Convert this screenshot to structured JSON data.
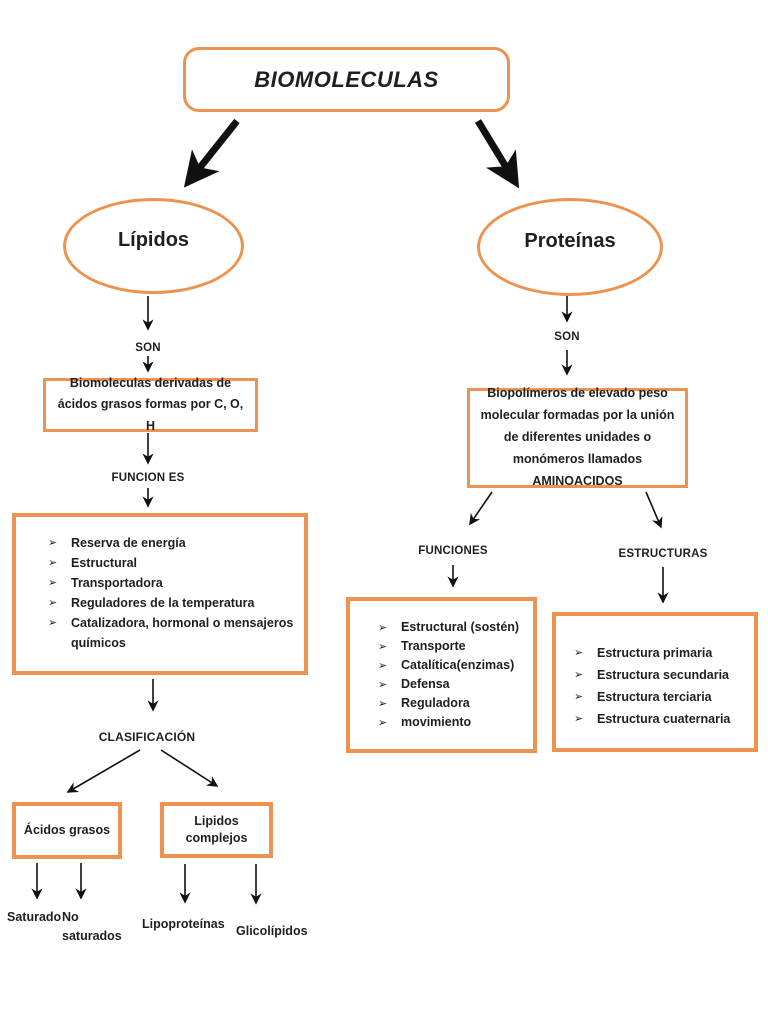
{
  "title": "BIOMOLECULAS",
  "bullet": "➢",
  "colors": {
    "accent": "#EC9351",
    "arrow": "#111111",
    "text": "#1f1f1f"
  },
  "lipidos": {
    "label": "Lípidos",
    "son_label": "SON",
    "definition": "Biomoleculas derivadas de ácidos grasos  formas por C, O, H",
    "funciones_label": "FUNCION ES",
    "funciones": [
      "Reserva de energía",
      "Estructural",
      "Transportadora",
      "Reguladores de la temperatura",
      "Catalizadora, hormonal  o  mensajeros químicos"
    ],
    "clasificacion_label": "CLASIFICACIÓN",
    "acidos_grasos_label": "Ácidos grasos",
    "lipidos_complejos_label": "Lipidos complejos",
    "saturados_label": "Saturado",
    "no_saturados_label": "No saturados",
    "lipoproteinas_label": "Lipoproteínas",
    "glicolipidos_label": "Glicolípidos"
  },
  "proteinas": {
    "label": "Proteínas",
    "son_label": "SON",
    "definition": "Biopolímeros de elevado peso molecular formadas por la unión de diferentes unidades o monómeros llamados AMINOACIDOS",
    "funciones_label": "FUNCIONES",
    "estructuras_label": "ESTRUCTURAS",
    "funciones": [
      "Estructural (sostén)",
      "Transporte",
      "Catalítica(enzimas)",
      "Defensa",
      "Reguladora",
      "movimiento"
    ],
    "estructuras": [
      "Estructura primaria",
      "Estructura secundaria",
      "Estructura terciaria",
      "Estructura cuaternaria"
    ]
  }
}
